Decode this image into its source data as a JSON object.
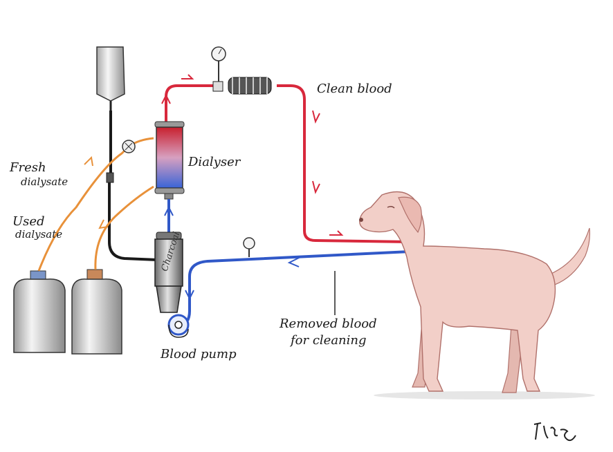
{
  "labels": {
    "clean_blood": "Clean blood",
    "dialyser": "Dialyser",
    "fresh_line1": "Fresh",
    "fresh_line2": "dialysate",
    "used_line1": "Used",
    "used_line2": "dialysate",
    "charcoal": "Charcoal",
    "removed_line1": "Removed blood",
    "removed_line2": "for cleaning",
    "blood_pump": "Blood pump"
  },
  "colors": {
    "clean_blood_tube": "#d8283c",
    "removed_blood_tube": "#3058c8",
    "dialysate_tube": "#e8913a",
    "dog_fill": "#f2cfc8",
    "dog_outline": "#b0706a"
  }
}
